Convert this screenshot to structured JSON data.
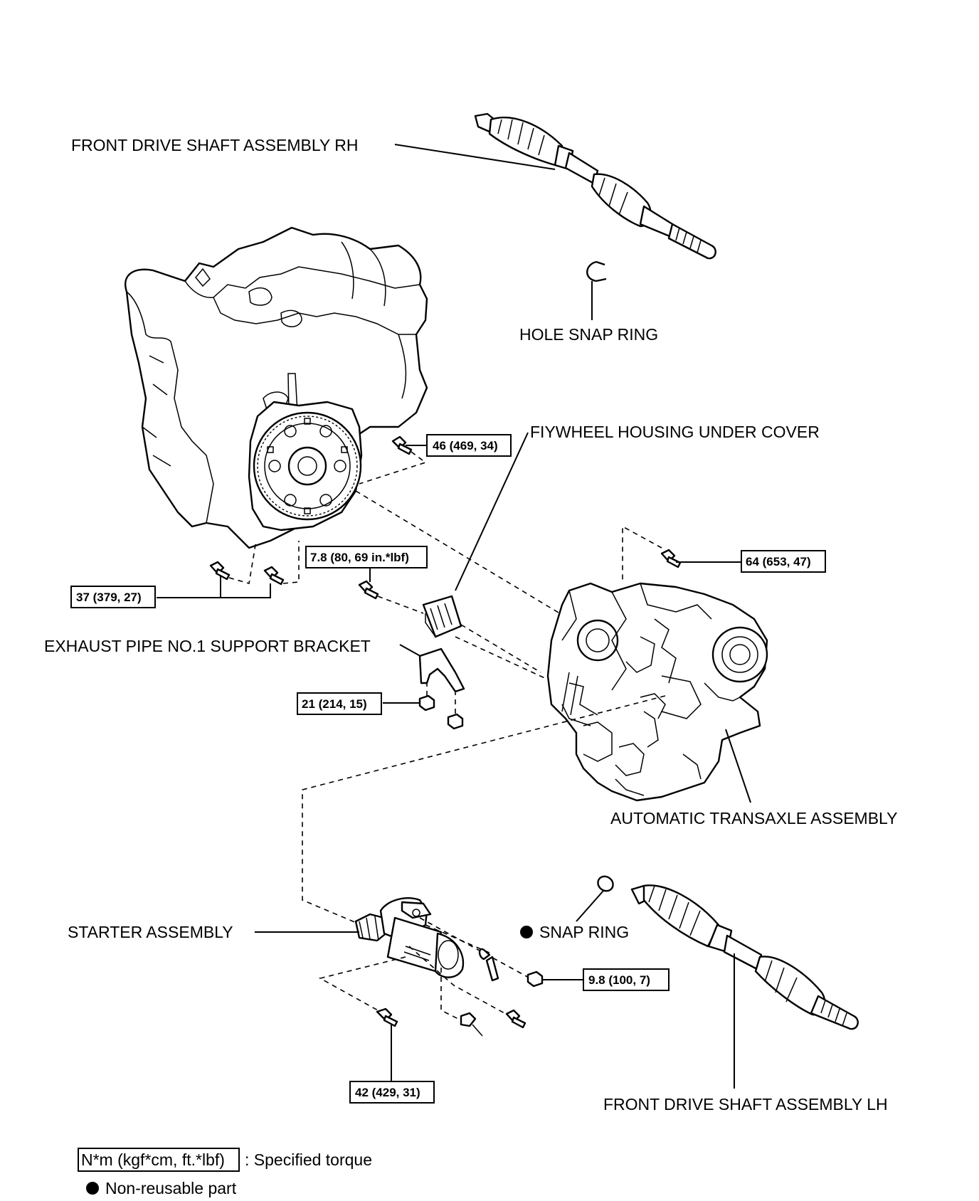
{
  "labels": {
    "front_drive_shaft_rh": "FRONT DRIVE SHAFT ASSEMBLY RH",
    "hole_snap_ring": "HOLE SNAP RING",
    "flywheel_housing_under_cover": "FIYWHEEL HOUSING UNDER COVER",
    "exhaust_pipe_bracket": "EXHAUST PIPE NO.1 SUPPORT BRACKET",
    "automatic_transaxle": "AUTOMATIC TRANSAXLE ASSEMBLY",
    "snap_ring": "SNAP RING",
    "starter_assembly": "STARTER ASSEMBLY",
    "front_drive_shaft_lh": "FRONT DRIVE SHAFT ASSEMBLY LH"
  },
  "torques": {
    "t46": "46 (469, 34)",
    "t64": "64 (653, 47)",
    "t78": "7.8 (80, 69 in.*lbf)",
    "t37": "37 (379, 27)",
    "t21": "21 (214, 15)",
    "t98": "9.8 (100, 7)",
    "t42": "42 (429, 31)"
  },
  "legend": {
    "torque_unit": "N*m (kgf*cm, ft.*lbf)",
    "torque_desc": ": Specified torque",
    "non_reusable": "Non-reusable part"
  }
}
